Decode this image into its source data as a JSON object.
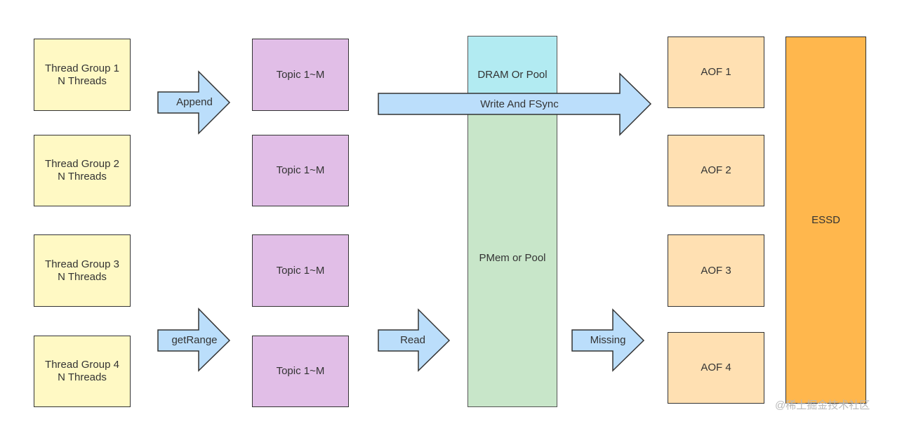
{
  "thread_groups": [
    {
      "line1": "Thread Group 1",
      "line2": "N Threads"
    },
    {
      "line1": "Thread Group 2",
      "line2": "N Threads"
    },
    {
      "line1": "Thread Group 3",
      "line2": "N Threads"
    },
    {
      "line1": "Thread Group 4",
      "line2": "N Threads"
    }
  ],
  "topics": [
    "Topic 1~M",
    "Topic 1~M",
    "Topic 1~M",
    "Topic 1~M"
  ],
  "memory": {
    "dram": "DRAM Or Pool",
    "pmem": "PMem or Pool"
  },
  "aofs": [
    "AOF 1",
    "AOF 2",
    "AOF 3",
    "AOF 4"
  ],
  "storage": {
    "essd": "ESSD"
  },
  "arrows": {
    "append": "Append",
    "getrange": "getRange",
    "write_fsync": "Write And FSync",
    "read": "Read",
    "missing": "Missing"
  },
  "colors": {
    "thread": "#fff9c4",
    "topic": "#e1bee7",
    "dram": "#b2ebf2",
    "pmem": "#c8e6c9",
    "aof": "#ffe0b2",
    "essd": "#ffb74d",
    "arrow": "#bbdefb"
  },
  "watermark": "@稀土掘金技术社区"
}
